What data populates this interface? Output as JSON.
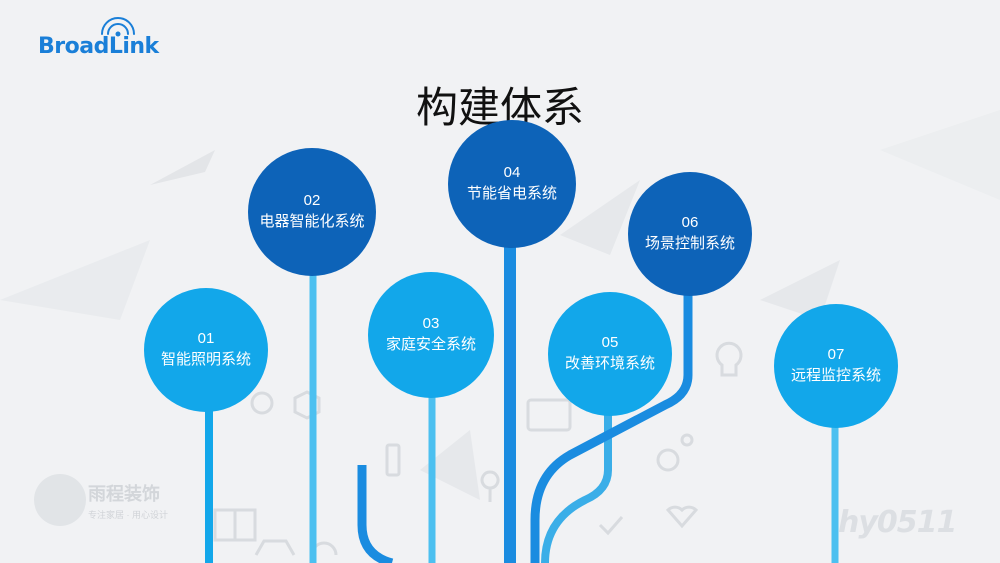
{
  "logo": {
    "text": "BroadLink"
  },
  "title": "构建体系",
  "nodes": [
    {
      "number": "01",
      "label": "智能照明系统"
    },
    {
      "number": "02",
      "label": "电器智能化系统"
    },
    {
      "number": "03",
      "label": "家庭安全系统"
    },
    {
      "number": "04",
      "label": "节能省电系统"
    },
    {
      "number": "05",
      "label": "改善环境系统"
    },
    {
      "number": "06",
      "label": "场景控制系统"
    },
    {
      "number": "07",
      "label": "远程监控系统"
    }
  ],
  "watermarks": {
    "left": "雨程装饰",
    "left_sub": "专注家居 · 用心设计",
    "right": "hy0511"
  },
  "colors": {
    "light_blue": "#12a7ea",
    "dark_blue": "#0d63b8",
    "background": "#f1f2f4"
  }
}
